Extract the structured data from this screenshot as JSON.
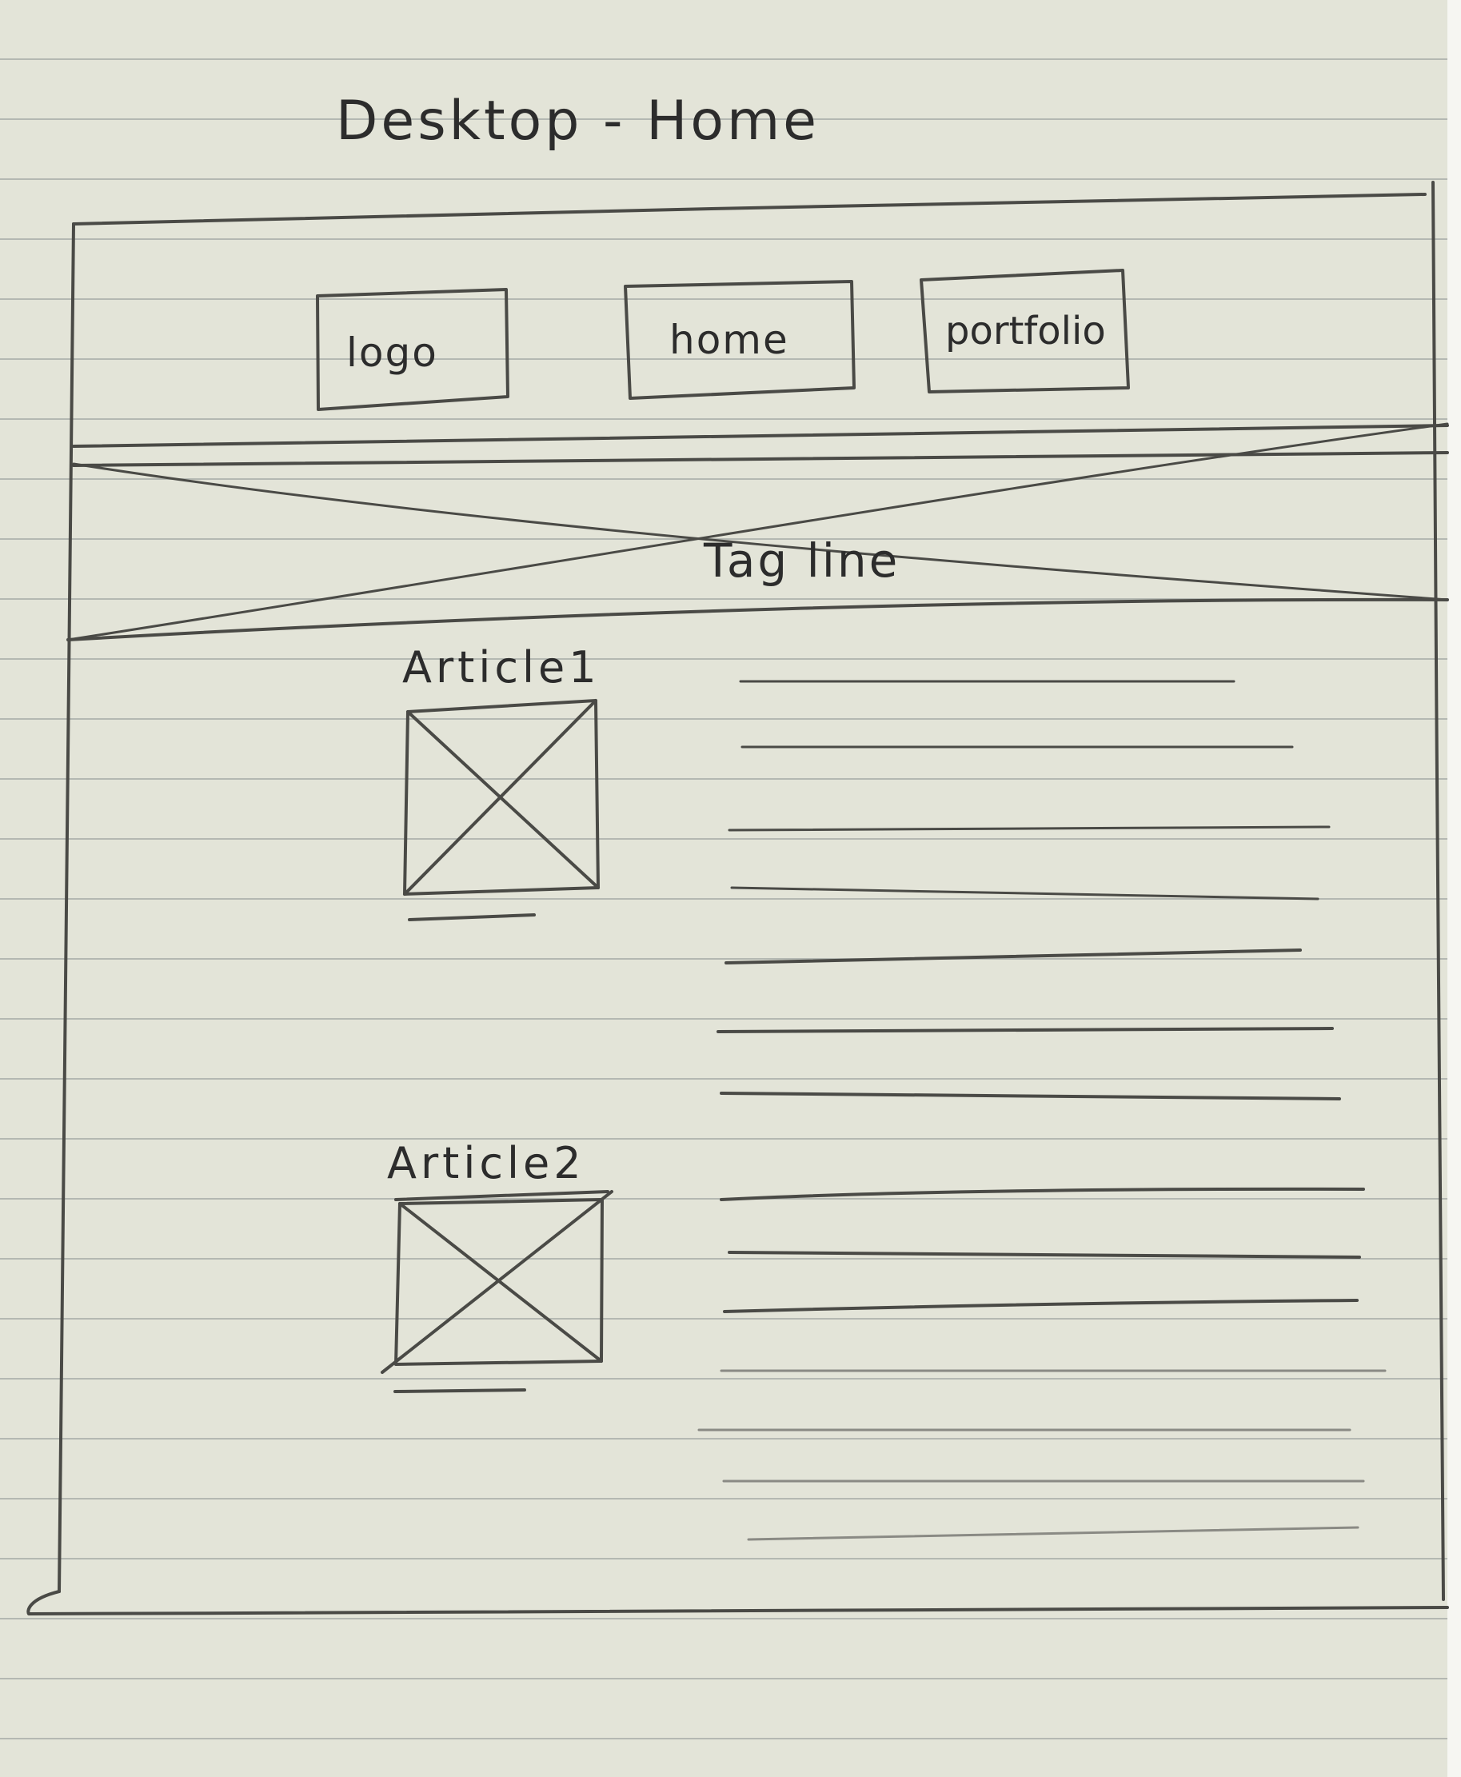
{
  "page_title": "Desktop - Home",
  "nav": {
    "logo": "logo",
    "home": "home",
    "portfolio": "portfolio"
  },
  "hero": {
    "tagline": "Tag line"
  },
  "articles": [
    {
      "title": "Article1"
    },
    {
      "title": "Article2"
    }
  ]
}
